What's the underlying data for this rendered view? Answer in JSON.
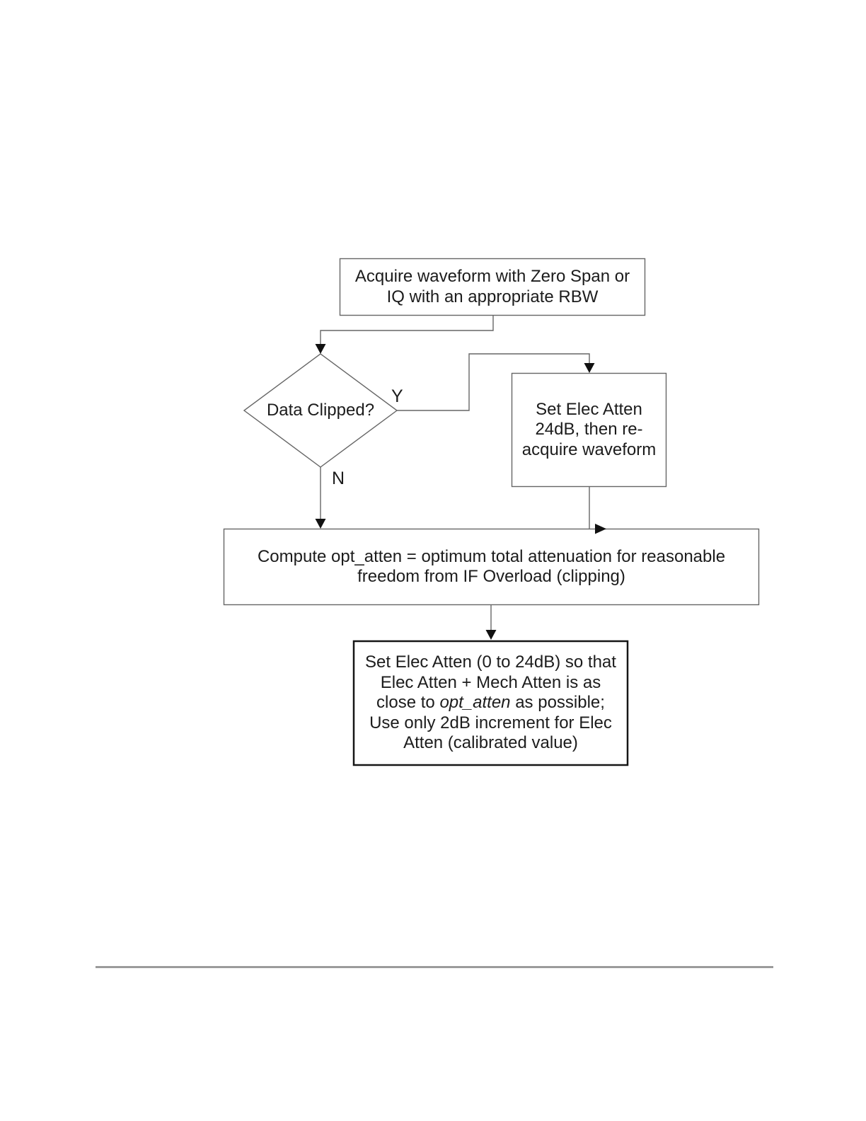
{
  "figure": {
    "acquire_box": {
      "line1": "Acquire waveform with Zero Span or",
      "line2": "IQ with an appropriate RBW"
    },
    "decision_diamond": {
      "label": "Data Clipped?"
    },
    "branch_labels": {
      "yes": "Y",
      "no": "N"
    },
    "set_elec_24_box": {
      "line1": "Set Elec Atten",
      "line2": "24dB, then re-",
      "line3": "acquire waveform"
    },
    "compute_box": {
      "line1": "Compute opt_atten = optimum total attenuation for reasonable",
      "line2": "freedom from IF Overload (clipping)"
    },
    "final_box": {
      "line1": "Set Elec Atten (0 to 24dB) so that",
      "line2": "Elec Atten + Mech Atten is as",
      "line3_pre": "close to ",
      "line3_italic": "opt_atten",
      "line3_post": " as possible;",
      "line4": "Use only 2dB increment for Elec",
      "line5": "Atten (calibrated value)"
    },
    "colors": {
      "box_border": "#666666",
      "final_box_border": "#161616",
      "connector_line": "#666666",
      "arrowhead": "#111111",
      "text": "#1c1c1c",
      "footer_rule": "#9b9b9b"
    }
  }
}
